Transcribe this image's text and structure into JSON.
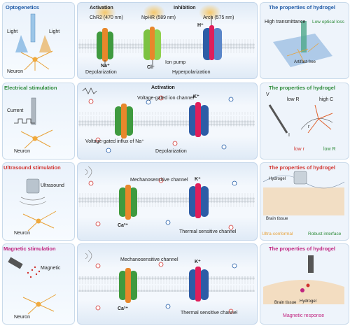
{
  "rows": [
    {
      "left": {
        "title": "Optogenetics",
        "labels": [
          "Light",
          "Light"
        ],
        "bottom": "Neuron"
      },
      "middle": {
        "headers": [
          "Activation",
          "Inhibition"
        ],
        "channels": [
          "ChR2 (470 nm)",
          "NpHR (589 nm)",
          "Arch (575 nm)"
        ],
        "ions": [
          "Na⁺",
          "Cl⁻",
          "H⁺"
        ],
        "notes": [
          "Depolarization",
          "Ion pump",
          "Hyperpolarization"
        ]
      },
      "right": {
        "title": "The properties of hydrogel",
        "labels": [
          "High transmittance",
          "Low optical loss",
          "Artifact-free"
        ]
      }
    },
    {
      "left": {
        "title": "Electrical stimulation",
        "labels": [
          "Current"
        ],
        "bottom": "Neuron"
      },
      "middle": {
        "headers": [
          "Activation"
        ],
        "channels": [
          "Voltage-gated ion channel"
        ],
        "ions": [
          "K⁺"
        ],
        "notes": [
          "Voltage-gated influx of Na⁺",
          "Depolarization"
        ]
      },
      "right": {
        "title": "The properties of hydrogel",
        "labels": [
          "low R",
          "high C",
          "low r",
          "low R",
          "V",
          "I",
          "r"
        ]
      }
    },
    {
      "left": {
        "title": "Ultrasound stimulation",
        "labels": [
          "Ultrasound"
        ],
        "bottom": "Neuron"
      },
      "middle": {
        "channels": [
          "Mechanosensitive channel",
          "Thermal sensitive channel"
        ],
        "ions": [
          "K⁺",
          "Ca²⁺"
        ]
      },
      "right": {
        "title": "The properties of hydrogel",
        "labels": [
          "Hydrogel",
          "Brain tissue",
          "Ultra-conformal",
          "Robust interface"
        ]
      }
    },
    {
      "left": {
        "title": "Magnetic stimulation",
        "labels": [
          "Magnetic"
        ],
        "bottom": "Neuron"
      },
      "middle": {
        "channels": [
          "Mechanosensitive channel",
          "Thermal sensitive channel"
        ],
        "ions": [
          "K⁺",
          "Ca²⁺"
        ]
      },
      "right": {
        "title": "The properties of hydrogel",
        "labels": [
          "Brain tissue",
          "Hydrogel",
          "Magnetic response"
        ]
      }
    }
  ],
  "colors": {
    "blue": "#1f5aa6",
    "green": "#2e8b3a",
    "red": "#d1322e",
    "magenta": "#c0227f",
    "orange": "#e8a23a"
  }
}
